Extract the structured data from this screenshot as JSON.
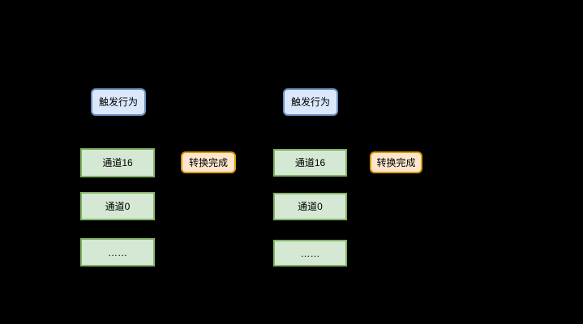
{
  "colors": {
    "background": "#000000",
    "text": "#000000",
    "blue_fill": "#dae8fc",
    "blue_border": "#6c8ebf",
    "green_fill": "#d5e8d4",
    "green_border": "#82b366",
    "orange_fill": "#ffe6cc",
    "orange_border": "#d79b00"
  },
  "diagram": {
    "groups": [
      {
        "trigger": {
          "label": "触发行为"
        },
        "channels": [
          {
            "label": "通道16"
          },
          {
            "label": "通道0"
          },
          {
            "label": "……"
          }
        ],
        "done": {
          "label": "转换完成"
        }
      },
      {
        "trigger": {
          "label": "触发行为"
        },
        "channels": [
          {
            "label": "通道16"
          },
          {
            "label": "通道0"
          },
          {
            "label": "……"
          }
        ],
        "done": {
          "label": "转换完成"
        }
      }
    ]
  }
}
